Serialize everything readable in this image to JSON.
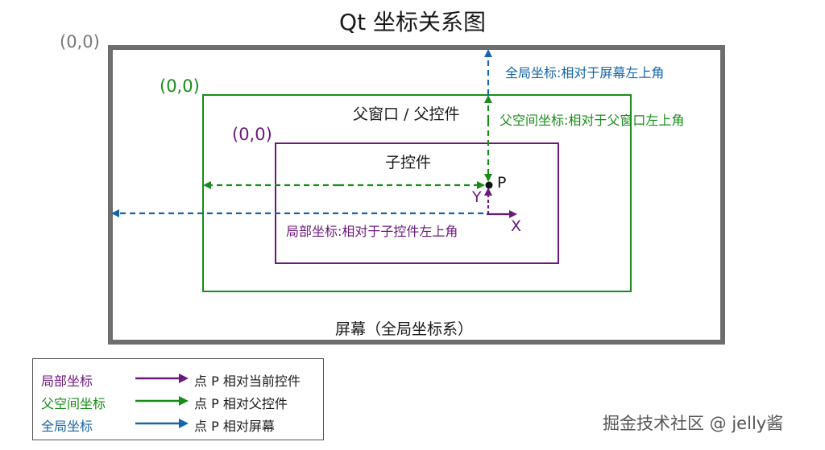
{
  "title": "Qt 坐标关系图",
  "colors": {
    "screen": "#6e6e6e",
    "parent": "#1a8c1a",
    "child": "#6b1a7a",
    "global": "#1565a8",
    "text": "#1a1a1a"
  },
  "screen": {
    "origin_label": "(0,0)",
    "label": "屏幕（全局坐标系）"
  },
  "parent": {
    "origin_label": "(0,0)",
    "label": "父窗口 / 父控件"
  },
  "child": {
    "origin_label": "(0,0)",
    "label": "子控件"
  },
  "coords": {
    "global_label": "全局坐标:相对于屏幕左上角",
    "parent_label": "父空间坐标:相对于父窗口左上角",
    "local_label": "局部坐标:相对于子控件左上角"
  },
  "point": {
    "name": "P",
    "x_axis": "X",
    "y_axis": "Y"
  },
  "legend": {
    "items": [
      {
        "name": "局部坐标",
        "desc": "点 P 相对当前控件",
        "color": "#6b1a7a"
      },
      {
        "name": "父空间坐标",
        "desc": "点 P 相对父控件",
        "color": "#1a8c1a"
      },
      {
        "name": "全局坐标",
        "desc": "点 P 相对屏幕",
        "color": "#1565a8"
      }
    ]
  },
  "watermark": "掘金技术社区 @ jelly酱"
}
